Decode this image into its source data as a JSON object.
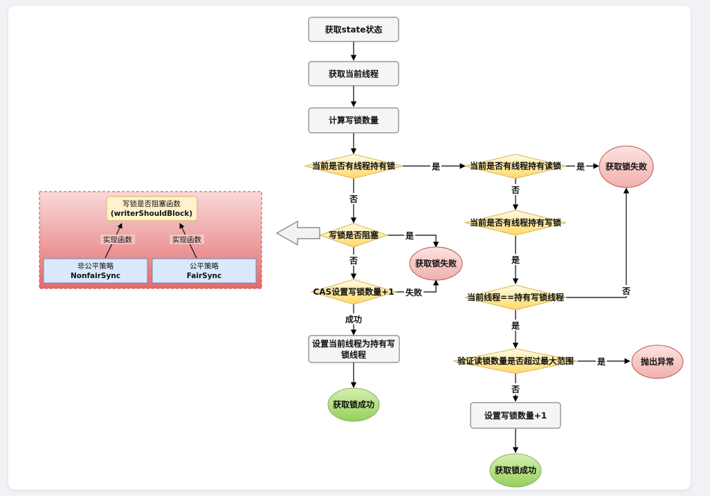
{
  "flowchart": {
    "get_state": "获取state状态",
    "get_thread": "获取当前线程",
    "calc_write_count": "计算写锁数量",
    "q_any_holder": "当前是否有线程持有锁",
    "q_read_lock": "当前是否有线程持有读锁",
    "fail_top": "获取锁失败",
    "q_write_lock": "当前是否有线程持有写锁",
    "q_should_block": "写锁是否阻塞",
    "fail_mid": "获取锁失败",
    "cas_set": "CAS设置写锁数量+1",
    "set_owner_line1": "设置当前线程为持有写",
    "set_owner_line2": "锁线程",
    "success_left": "获取锁成功",
    "q_is_owner": "当前线程==持有写锁线程",
    "q_exceed_max": "验证读锁数量是否超过最大范围",
    "throw_error": "抛出异常",
    "set_write_count": "设置写锁数量+1",
    "success_right": "获取锁成功"
  },
  "edges": {
    "yes": "是",
    "no": "否",
    "fail": "失败",
    "success": "成功"
  },
  "side_panel": {
    "title_line1": "写锁是否阻塞函数",
    "title_line2": "(writerShouldBlock)",
    "impl_label": "实现函数",
    "nonfair_line1": "非公平策略",
    "nonfair_line2": "NonfairSync",
    "fair_line1": "公平策略",
    "fair_line2": "FairSync"
  },
  "colors": {
    "process_fill": "#f5f5f5",
    "process_stroke": "#666666",
    "decision_fill": "#fff2cc",
    "decision_stroke": "#d6b656",
    "fail_fill": "#f8cecc",
    "fail_stroke": "#b85450",
    "success_fill": "#d5e8d4",
    "success_stroke": "#82b366",
    "strategy_fill": "#dae8fc",
    "strategy_stroke": "#6c8ebf",
    "panel_top": "#f6d2d2",
    "panel_bottom": "#e66b6b",
    "panel_border": "#e05a5a"
  }
}
